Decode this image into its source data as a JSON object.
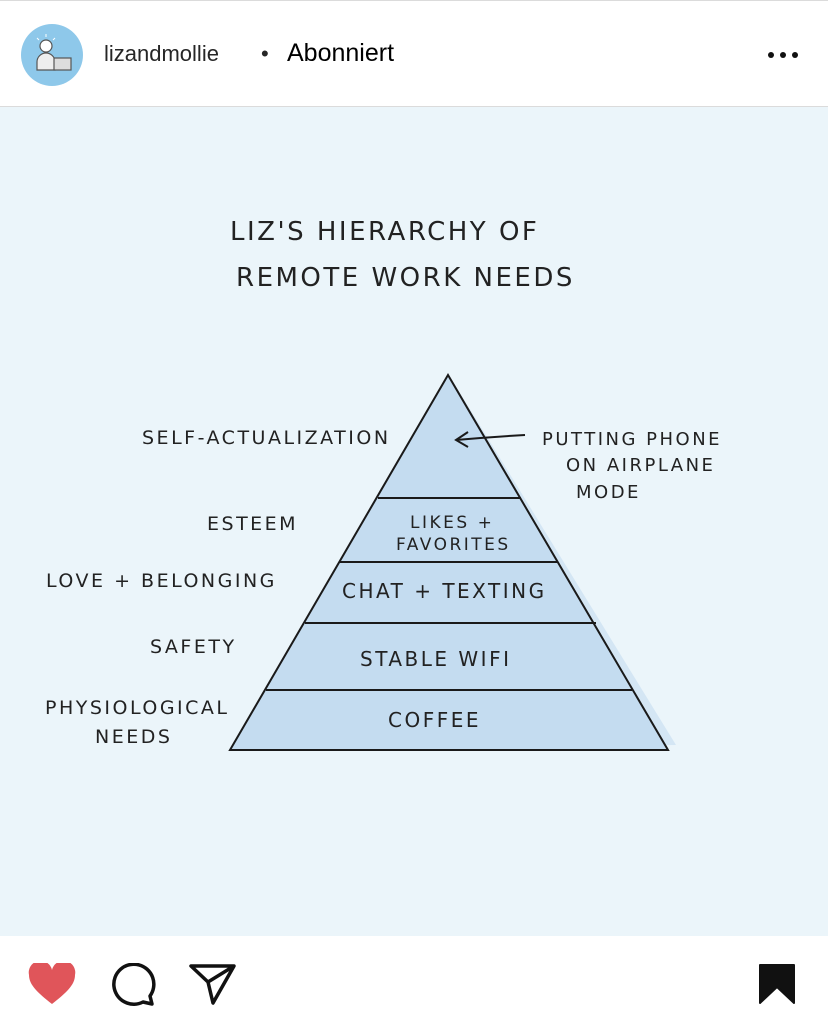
{
  "header": {
    "username": "lizandmollie",
    "separator": "•",
    "follow_status": "Abonniert",
    "avatar_icon": "person-lightbulb-laptop-avatar",
    "more_icon": "more-horizontal-icon"
  },
  "post": {
    "title_line1": "LIZ'S HIERARCHY OF",
    "title_line2": "REMOTE WORK NEEDS",
    "levels": [
      {
        "category": "SELF-ACTUALIZATION",
        "need": ""
      },
      {
        "category": "ESTEEM",
        "need_line1": "LIKES +",
        "need_line2": "FAVORITES"
      },
      {
        "category": "LOVE + BELONGING",
        "need": "CHAT + TEXTING"
      },
      {
        "category": "SAFETY",
        "need": "STABLE WIFI"
      },
      {
        "category_line1": "PHYSIOLOGICAL",
        "category_line2": "NEEDS",
        "need": "COFFEE"
      }
    ],
    "annotation_line1": "PUTTING PHONE",
    "annotation_line2": "ON AIRPLANE",
    "annotation_line3": "MODE",
    "colors": {
      "background": "#ebf5fa",
      "pyramid": "#c4dcf0"
    }
  },
  "actions": {
    "like_icon": "heart-filled-icon",
    "comment_icon": "comment-icon",
    "share_icon": "send-icon",
    "save_icon": "bookmark-filled-icon",
    "like_color": "#e0555a"
  }
}
